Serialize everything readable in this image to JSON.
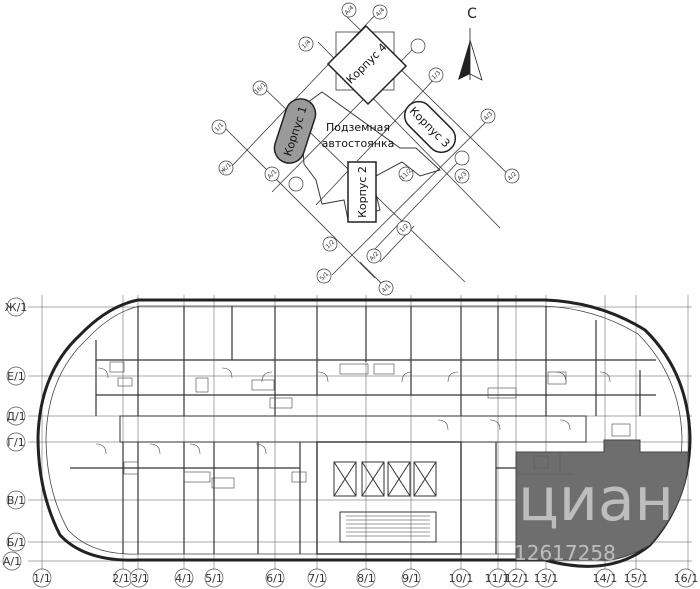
{
  "site_plan": {
    "north_label": "С",
    "parking_label_line1": "Подземная",
    "parking_label_line2": "автостоянка",
    "buildings": [
      {
        "label": "Корпус 1",
        "highlighted": true
      },
      {
        "label": "Корпус 2",
        "highlighted": false
      },
      {
        "label": "Корпус 3",
        "highlighted": false
      },
      {
        "label": "Корпус 4",
        "highlighted": false
      }
    ],
    "site_axes": [
      "А/4",
      "4/4",
      "1/4",
      "16/1",
      "1/1",
      "А/1",
      "Ж/1",
      "1/3",
      "4/3",
      "А/3",
      "1/2",
      "4/2",
      "А/2",
      "1/2",
      "11/2",
      "5/1",
      "4/1"
    ]
  },
  "floor_plan": {
    "row_axes": [
      "Ж/1",
      "Е/1",
      "Д/1",
      "Г/1",
      "В/1",
      "Б/1",
      "А/1"
    ],
    "column_axes": [
      "1/1",
      "2/1",
      "3/1",
      "4/1",
      "5/1",
      "6/1",
      "7/1",
      "8/1",
      "9/1",
      "10/1",
      "11/1",
      "12/1",
      "13/1",
      "14/1",
      "15/1",
      "16/1"
    ]
  },
  "watermark": {
    "text": "циан",
    "number": "12617258"
  },
  "colors": {
    "line": "#3a3a3a",
    "highlight_fill": "#6e6e6e",
    "building_fill": "#9a9a9a",
    "background": "#ffffff"
  }
}
